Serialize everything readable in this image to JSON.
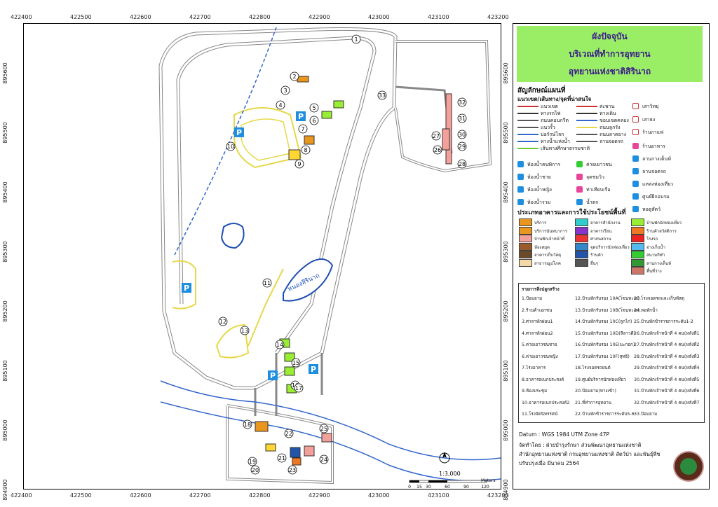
{
  "grid": {
    "x_labels": [
      "422400",
      "422500",
      "422600",
      "422700",
      "422800",
      "422900",
      "423000",
      "423100",
      "423200"
    ],
    "y_labels": [
      "895600",
      "895500",
      "895400",
      "895300",
      "895200",
      "895100",
      "895000",
      "894900"
    ]
  },
  "title": {
    "line1": "ผังปัจจุบัน",
    "line2": "บริเวณที่ทำการอุทยาน",
    "line3": "อุทยานแห่งชาติสิรินาถ"
  },
  "legend": {
    "heading": "สัญลักษณ์แผนที่",
    "subheading": "แนวเขต/เส้นทาง/จุดที่น่าสนใจ",
    "lines": [
      {
        "label": "แนวเขต",
        "color": "#cc3333"
      },
      {
        "label": "ทางรถไฟ",
        "color": "#333333"
      },
      {
        "label": "ถนนคอนกรีต",
        "color": "#555555"
      },
      {
        "label": "แนวรั้ว",
        "color": "#555555"
      },
      {
        "label": "บ่อรักษ์โลก",
        "color": "#3366cc"
      },
      {
        "label": "ทางน้ำแห่งน้ำ",
        "color": "#3366cc"
      },
      {
        "label": "เส้นทางศึกษาธรรมชาติ",
        "color": "#66cc33"
      },
      {
        "label": "สะพาน",
        "color": "#cc3333"
      },
      {
        "label": "ทางเดิน",
        "color": "#333333"
      },
      {
        "label": "ขอบเขตคลอง",
        "color": "#3366cc"
      },
      {
        "label": "ถนนลูกรัง",
        "color": "#e6d84a"
      },
      {
        "label": "ถนนลาดยาง",
        "color": "#555555"
      },
      {
        "label": "ลานจอดรถ",
        "color": "#555555"
      }
    ],
    "points": [
      {
        "label": "เสาวิทยุ",
        "icon": "antenna-icon"
      },
      {
        "label": "เสาธง",
        "icon": "flag-icon"
      },
      {
        "label": "ร้านกาแฟ",
        "icon": "cafe-icon"
      },
      {
        "label": "ร้านอาหาร",
        "icon": "restaurant-icon"
      },
      {
        "label": "ลานกางเต็นท์",
        "icon": "tent-icon"
      },
      {
        "label": "ห้องน้ำคนพิการ",
        "icon": "wheelchair-icon"
      },
      {
        "label": "ห้องน้ำชาย",
        "icon": "male-icon"
      },
      {
        "label": "ห้องน้ำหญิง",
        "icon": "female-icon"
      },
      {
        "label": "ห้องน้ำรวม",
        "icon": "restroom-icon"
      },
      {
        "label": "ค่ายเยาวชน",
        "icon": "camp-icon"
      },
      {
        "label": "จุดชมวิว",
        "icon": "viewpoint-icon"
      },
      {
        "label": "ท่าเทียบเรือ",
        "icon": "pier-icon"
      },
      {
        "label": "น้ำตก",
        "icon": "waterfall-icon"
      },
      {
        "label": "ลานจอดรถ",
        "icon": "parking-icon"
      },
      {
        "label": "แหล่งท่องเที่ยว",
        "icon": "attraction-icon"
      },
      {
        "label": "ศูนย์ฝึกอบรม",
        "icon": "training-icon"
      },
      {
        "label": "หอดูสัตว์",
        "icon": "tower-icon"
      }
    ],
    "landuse_heading": "ประเภทอาคารและการใช้ประโยชน์พื้นที่",
    "landuse": [
      {
        "label": "บริการ",
        "color": "#e8961e"
      },
      {
        "label": "บริการนันทนาการ",
        "color": "#e8961e"
      },
      {
        "label": "บ้านพักเจ้าหน้าที่",
        "color": "#f4a09a"
      },
      {
        "label": "ห้องสมุด",
        "color": "#9a5a2a"
      },
      {
        "label": "อาคารเก็บวัสดุ",
        "color": "#6a4a2a"
      },
      {
        "label": "สาธารณูปโภค",
        "color": "#f4d9a8"
      },
      {
        "label": "อาคารสำนักงาน",
        "color": "#33cccc"
      },
      {
        "label": "อาคารเรียน",
        "color": "#8833cc"
      },
      {
        "label": "ศาสนสถาน",
        "color": "#ee3333"
      },
      {
        "label": "จุดบริการนักท่องเที่ยว",
        "color": "#3388cc"
      },
      {
        "label": "ร้านค้า",
        "color": "#2255aa"
      },
      {
        "label": "อื่นๆ",
        "color": "#555555"
      },
      {
        "label": "บ้านพักนักท่องเที่ยว",
        "color": "#99ee33"
      },
      {
        "label": "ร้านค้าสวัสดิการ",
        "color": "#ee7722"
      },
      {
        "label": "โรงรถ",
        "color": "#ee2222"
      },
      {
        "label": "อ่างเก็บน้ำ",
        "color": "#55bbee"
      },
      {
        "label": "สนามกีฬา",
        "color": "#33cc33"
      },
      {
        "label": "ลานกางเต็นท์",
        "color": "#339933"
      },
      {
        "label": "พื้นที่ว่าง",
        "color": "#cc7766"
      }
    ],
    "buildings_heading": "รายการสิ่งปลูกสร้าง",
    "buildings": [
      "1.ป้อมยาม",
      "2.ร้านค้าเอกชน",
      "3.ศาลาพักผ่อน1",
      "4.ศาลาพักผ่อน2",
      "5.ค่ายเยาวชนชาย",
      "6.ค่ายเยาวชนหญิง",
      "7.โรงอาหาร",
      "8.อาคารอเนกประสงค์",
      "9.ห้องประชุม",
      "10.อาคารอเนกประสงค์2",
      "11.โรงจัดนิทรรศน์",
      "12.บ้านพักรับรอง 10A(โซนทะเล)",
      "13.บ้านพักรับรอง 10B(โซนทะเล)",
      "14.บ้านพักรับรอง 10C(ลูกไก่)",
      "15.บ้านพักรับรอง 10D(ลีลาวดี)",
      "16.บ้านพักรับรอง 10E(มะกอก)",
      "17.บ้านพักรับรอง 10F(สุทธิ)",
      "18.โรงจอดรถยนต์",
      "19.ศูนย์บริการนักท่องเที่ยว",
      "20.ป้อมยาม(ทางเข้า)",
      "21.ที่ทำการอุทยาน",
      "22.บ้านพักข้าราชการระดับ5-6",
      "23.โรงจอดรถและเก็บพัสดุ",
      "24.หอพักน้ำ",
      "25.บ้านพักข้าราชการระดับ1-2",
      "26.บ้านพักเจ้าหน้าที่ 4 คน(หลังที่1",
      "27.บ้านพักเจ้าหน้าที่ 4 คน(หลังที่2",
      "28.บ้านพักเจ้าหน้าที่ 4 คน(หลังที่3",
      "29.บ้านพักเจ้าหน้าที่ 4 คน(หลังที่4",
      "30.บ้านพักเจ้าหน้าที่ 4 คน(หลังที่5",
      "31.บ้านพักเจ้าหน้าที่ 4 คน(หลังที่6",
      "32.บ้านพักเจ้าหน้าที่ 4 คน(หลังที่7",
      "33.ป้อมยาม"
    ]
  },
  "footer": {
    "datum": "Datum  : WGS 1984 UTM Zone 47P",
    "made_by": "จัดทำโดย  : ฝ่ายบำรุงรักษา ส่วนพัฒนาอุทยานแห่งชาติ",
    "office": "สำนักอุทยานแห่งชาติ  กรมอุทยานแห่งชาติ สัตว์ป่า และพันธุ์พืช",
    "updated": "ปรับปรุงเมื่อ มีนาคม 2564"
  },
  "map": {
    "scale": "1:3,000",
    "scale_ticks": [
      "0",
      "15",
      "30",
      "60",
      "90",
      "120"
    ],
    "scale_unit": "Meters",
    "lake_label": "หนองสิรินาถ",
    "numbers": [
      "1",
      "2",
      "3",
      "4",
      "5",
      "6",
      "7",
      "8",
      "9",
      "10",
      "11",
      "12",
      "13",
      "14",
      "15",
      "16",
      "17",
      "18",
      "19",
      "20",
      "21",
      "22",
      "23",
      "24",
      "25",
      "26",
      "27",
      "28",
      "29",
      "30",
      "31",
      "32",
      "33"
    ]
  }
}
